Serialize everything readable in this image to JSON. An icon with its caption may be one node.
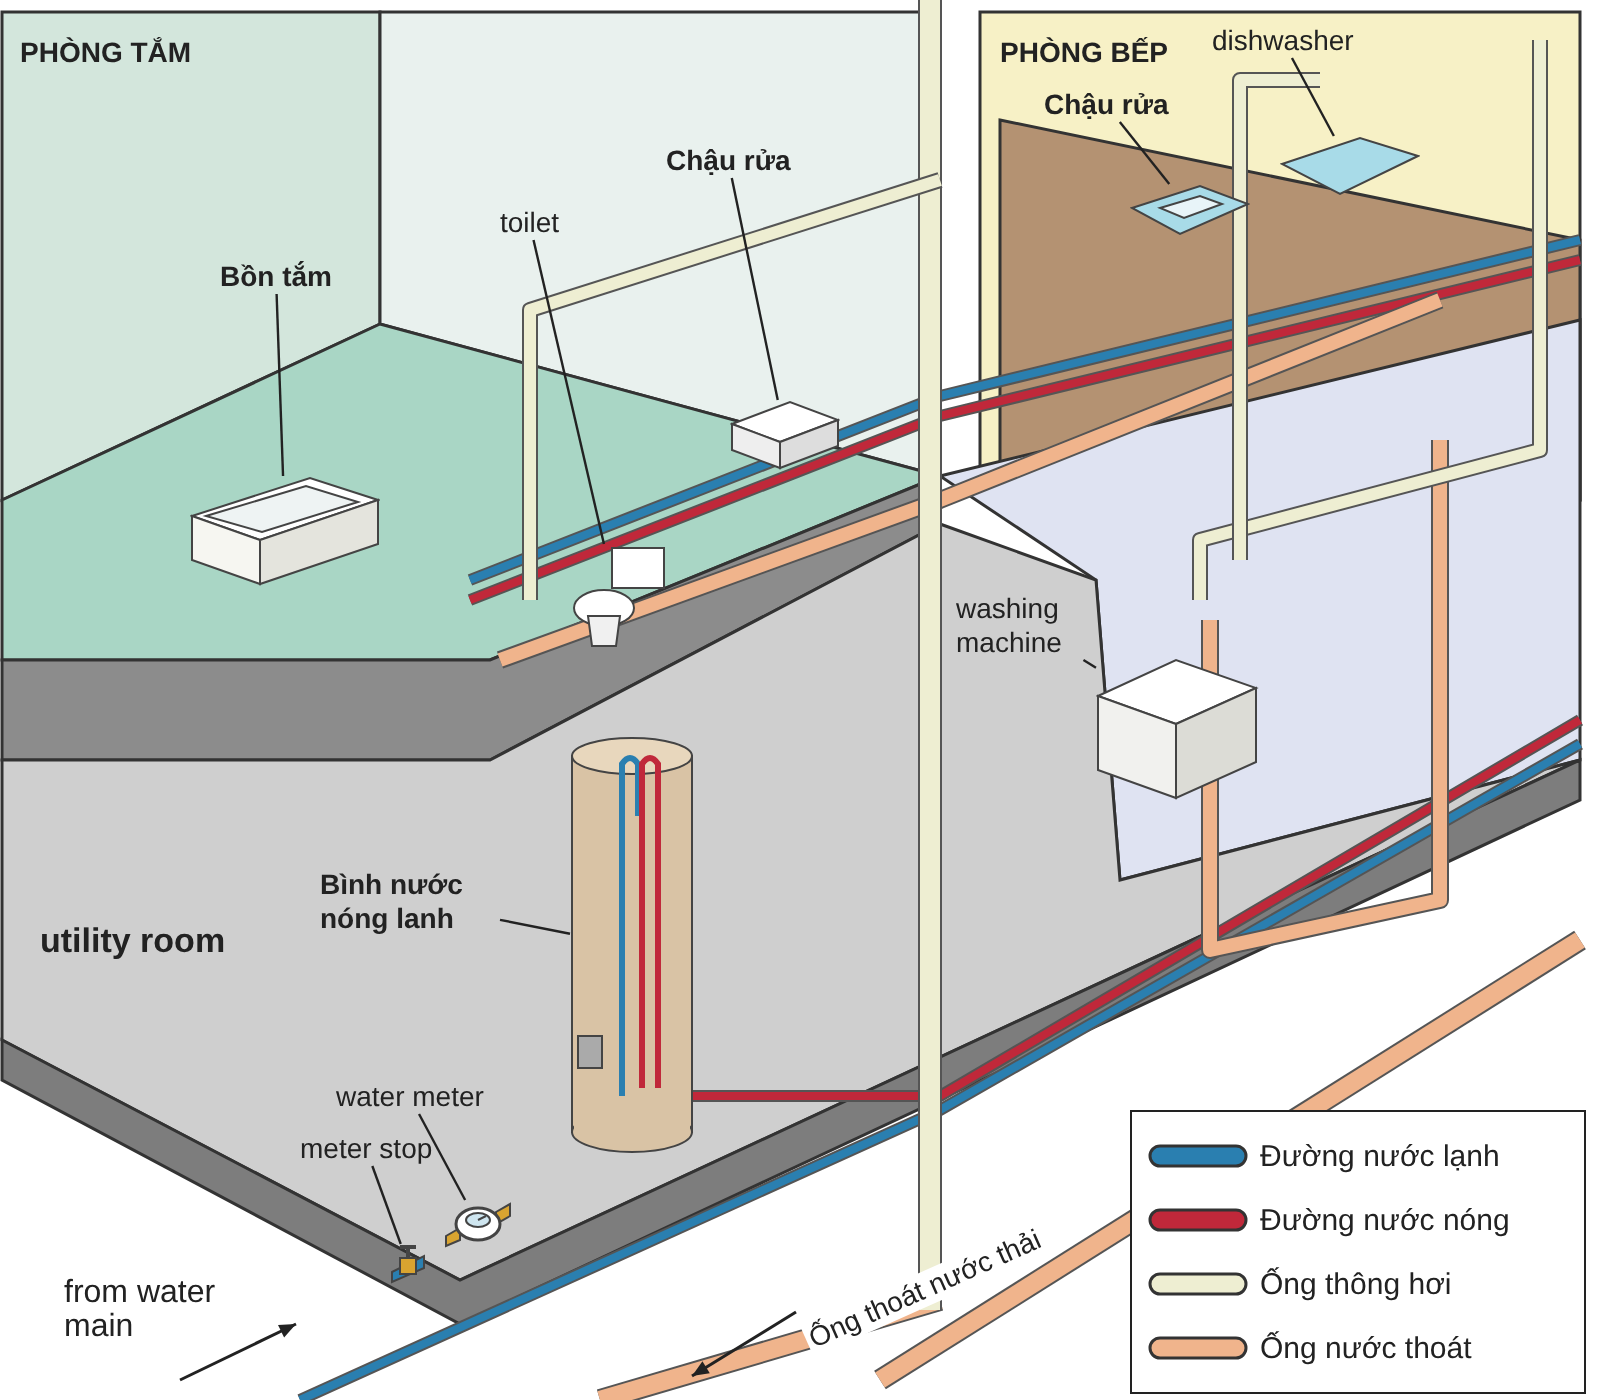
{
  "diagram": {
    "nodes": [
      {
        "text": [
          "Bồn tắm"
        ]
      },
      {
        "text": [],
        "shape": "picture"
      },
      {
        "text": [
          "toilet"
        ]
      },
      {
        "text": [],
        "shape": "picture"
      },
      {
        "text": [
          "Chậu rửa"
        ]
      },
      {
        "text": [],
        "shape": "picture"
      },
      {
        "text": [
          "Chậu rửa"
        ]
      },
      {
        "text": [],
        "shape": "picture"
      },
      {
        "text": [
          "dishwasher"
        ]
      },
      {
        "text": [],
        "shape": "picture"
      },
      {
        "text": [
          "washing machine"
        ]
      },
      {
        "text": [],
        "shape": "picture"
      },
      {
        "text": [
          "Bình nước nóng lanh"
        ]
      },
      {
        "text": [],
        "shape": "picture"
      },
      {
        "text": [
          "water meter"
        ]
      },
      {
        "text": [],
        "shape": "picture"
      },
      {
        "text": [
          "meter stop"
        ]
      },
      {
        "text": [],
        "shape": "picture"
      }
    ],
    "edges": [
      {
        "from": 0,
        "to": 1,
        "arrow": "none"
      },
      {
        "from": 2,
        "to": 3,
        "arrow": "none"
      },
      {
        "from": 4,
        "to": 5,
        "arrow": "none"
      },
      {
        "from": 6,
        "to": 7,
        "arrow": "none"
      },
      {
        "from": 8,
        "to": 9,
        "arrow": "none"
      },
      {
        "from": 10,
        "to": 11,
        "arrow": "none"
      },
      {
        "from": 12,
        "to": 13,
        "arrow": "none"
      },
      {
        "from": 14,
        "to": 15,
        "arrow": "none"
      },
      {
        "from": 16,
        "to": 17,
        "arrow": "none"
      }
    ],
    "labels": [
      "PHÒNG TẮM",
      "PHÒNG BẾP",
      "utility room",
      "from water main",
      "Ống thoát nước thải"
    ],
    "legend": [
      {
        "text": "Đường nước lạnh",
        "color": "#2a7fb0"
      },
      {
        "text": "Đường nước nóng",
        "color": "#c0283a"
      },
      {
        "text": "Ống thông hơi",
        "color": "#eeeed2"
      },
      {
        "text": "Ống nước thoát",
        "color": "#f0b48c"
      }
    ]
  }
}
